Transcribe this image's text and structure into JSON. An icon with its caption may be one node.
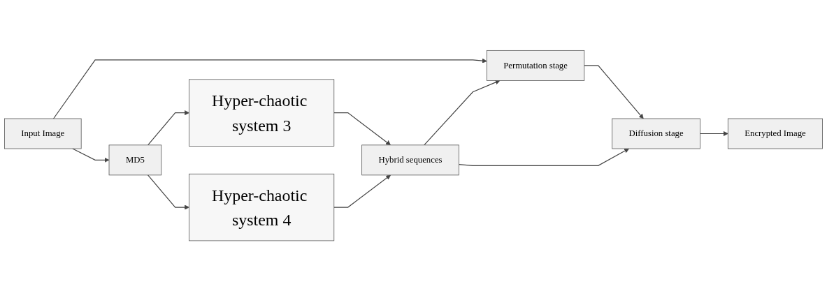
{
  "diagram": {
    "nodes": [
      {
        "text": [
          "Hyper-chaotic system 3"
        ]
      },
      {
        "text": [
          "Input Image"
        ]
      },
      {
        "text": [
          "MD5"
        ]
      },
      {
        "text": [
          "Permutation stage"
        ]
      },
      {
        "text": [
          "Diffusion stage"
        ]
      },
      {
        "text": [
          "Encrypted Image"
        ]
      },
      {
        "text": [
          "Hybrid sequences"
        ]
      },
      {
        "text": [
          "Hyper-chaotic system 4"
        ]
      }
    ],
    "edges": [
      {
        "from": 2,
        "to": 0,
        "arrow": "to"
      },
      {
        "from": 2,
        "to": 7,
        "arrow": "to"
      },
      {
        "from": 1,
        "to": 2,
        "arrow": "to"
      },
      {
        "from": 1,
        "to": 3,
        "arrow": "to"
      },
      {
        "from": 3,
        "to": 4,
        "arrow": "to"
      },
      {
        "from": 4,
        "to": 5,
        "arrow": "to"
      },
      {
        "from": 6,
        "to": 3,
        "arrow": "to"
      },
      {
        "from": 6,
        "to": 4,
        "arrow": "to"
      },
      {
        "from": 0,
        "to": 6,
        "arrow": "to"
      },
      {
        "from": 7,
        "to": 6,
        "arrow": "to"
      }
    ]
  }
}
